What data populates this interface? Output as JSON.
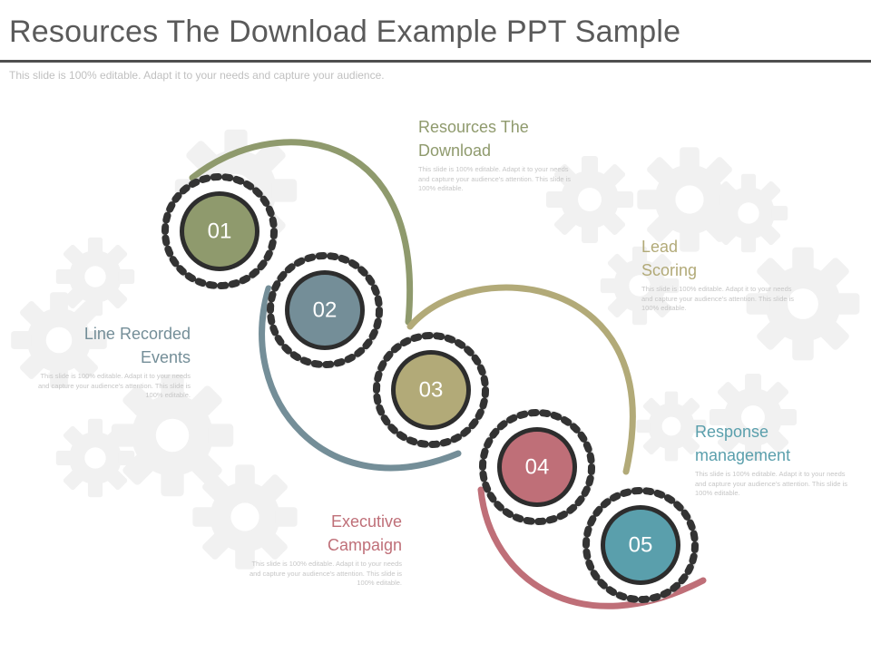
{
  "slide": {
    "title": "Resources The Download Example PPT Sample",
    "subtitle": "This slide is 100% editable. Adapt it to your needs and capture your audience."
  },
  "steps": [
    {
      "number": "01",
      "heading_line1": "Resources The",
      "heading_line2": "Download",
      "body": "This slide is 100% editable. Adapt it to your needs and capture your audience's attention. This slide is 100% editable.",
      "color": "#8f9a6d"
    },
    {
      "number": "02",
      "heading_line1": "Line Recorded",
      "heading_line2": "Events",
      "body": "This slide is 100% editable. Adapt it to your needs and capture your audience's attention. This slide is 100% editable.",
      "color": "#748e98"
    },
    {
      "number": "03",
      "heading_line1": "Lead",
      "heading_line2": "Scoring",
      "body": "This slide is 100% editable. Adapt it to your needs and capture your audience's attention. This slide is 100% editable.",
      "color": "#b2aa78"
    },
    {
      "number": "04",
      "heading_line1": "Executive",
      "heading_line2": "Campaign",
      "body": "This slide is 100% editable. Adapt it to your needs and capture your audience's attention. This slide is 100% editable.",
      "color": "#bf6f78"
    },
    {
      "number": "05",
      "heading_line1": "Response",
      "heading_line2": "management",
      "body": "This slide is 100% editable. Adapt it to your needs and capture your audience's attention. This slide is 100% editable.",
      "color": "#5a9fac"
    }
  ]
}
